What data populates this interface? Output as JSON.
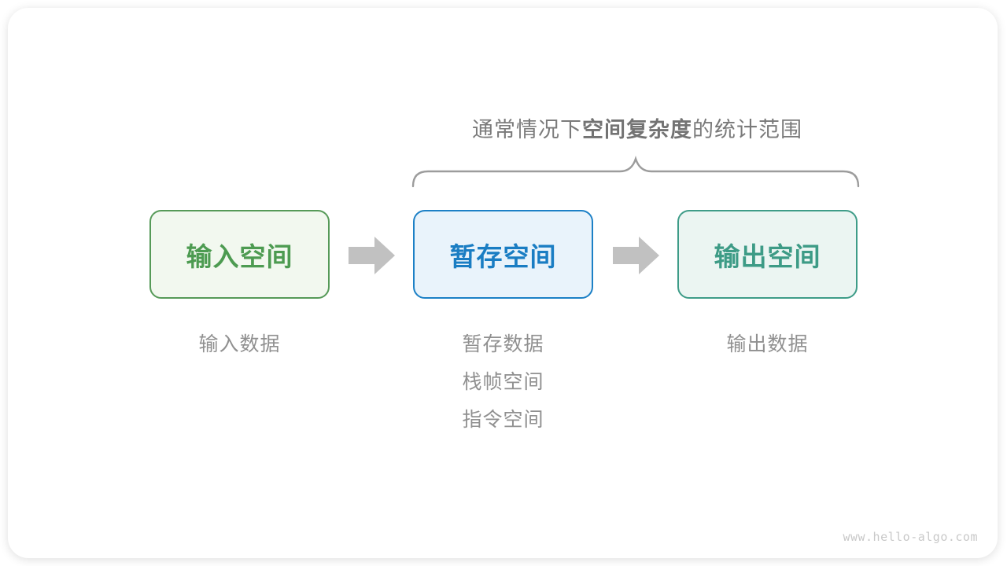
{
  "diagram": {
    "title": {
      "prefix": "通常情况下",
      "emphasis": "空间复杂度",
      "suffix": "的统计范围"
    },
    "boxes": [
      {
        "id": "input-space",
        "label": "输入空间",
        "text_color": "#4d9b51",
        "border_color": "#569a58",
        "background": "#f2f8ef"
      },
      {
        "id": "temp-space",
        "label": "暂存空间",
        "text_color": "#1a7dc3",
        "border_color": "#1c80c6",
        "background": "#e9f3fb"
      },
      {
        "id": "output-space",
        "label": "输出空间",
        "text_color": "#3d9b86",
        "border_color": "#3e9c88",
        "background": "#ebf5f2"
      }
    ],
    "notes": {
      "input": [
        "输入数据"
      ],
      "temp": [
        "暂存数据",
        "栈帧空间",
        "指令空间"
      ],
      "output": [
        "输出数据"
      ]
    },
    "colors": {
      "arrow": "#c1c1c1",
      "brace": "#9c9c9c",
      "title_text": "#7a7a7a",
      "note_text": "#909090",
      "watermark_text": "#c9c9c9"
    },
    "watermark": "www.hello-algo.com"
  }
}
